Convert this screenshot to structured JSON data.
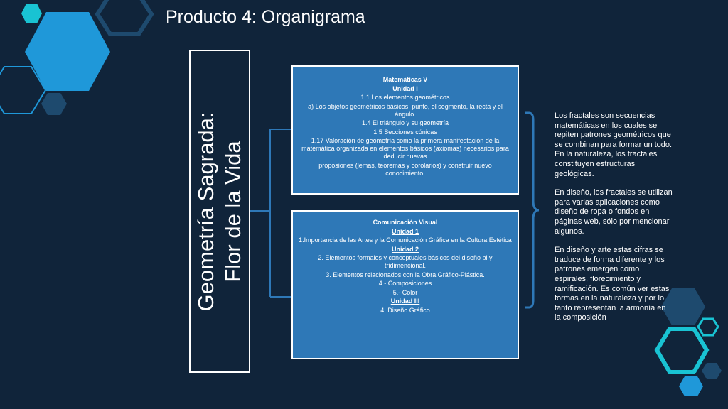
{
  "title": "Producto 4: Organigrama",
  "main_topic": {
    "line1": "Geometría Sagrada:",
    "line2": "Flor de la Vida"
  },
  "matematicas": {
    "heading": "Matemáticas V",
    "unidad_label": "Unidad I",
    "items": [
      "1.1 Los elementos geométricos",
      "a) Los objetos geométricos básicos: punto, el segmento, la recta y el ángulo.",
      "1.4 El triángulo y su geometría",
      "1.5 Secciones cónicas",
      "1.17 Valoración de geometría como la primera manifestación de la matemática organizada en elementos básicos (axiomas) necesarios para deducir nuevas",
      "proposiones (lemas, teoremas y corolarios) y construir nuevo conocimiento."
    ]
  },
  "comunicacion": {
    "heading": "Comunicación Visual",
    "unidad1_label": "Unidad 1",
    "unidad1_item": "1.Importancia de las Artes y la Comunicación Gráfica  en la Cultura Estética",
    "unidad2_label": "Unidad 2",
    "unidad2_items": [
      "2. Elementos formales y conceptuales básicos del diseño bi y tridimencional.",
      "3. Elementos relacionados con la Obra Gráfico-Plástica.",
      "4.- Composiciones",
      "5.- Color"
    ],
    "unidad3_label": "Unidad III",
    "unidad3_item": "4. Diseño Gráfico"
  },
  "side_text": {
    "p1": "Los fractales son secuencias matemáticas en los cuales se repiten patrones geométricos que se combinan para formar un todo. En la naturaleza, los fractales constituyen estructuras geológicas.",
    "p2": "En diseño, los fractales se utilizan para varias aplicaciones como diseño de ropa o fondos en páginas web, sólo por mencionar algunos.",
    "p3": "En diseño y arte estas cifras se traduce de forma diferente y los patrones emergen como espirales, florecimiento y ramificación. Es común ver estas formas en la naturaleza y por lo tanto representan la armonía en la composición"
  },
  "colors": {
    "background": "#10243a",
    "box_fill": "#2e78b7",
    "hex_cyan": "#19c3d3",
    "hex_blue": "#1f98d9",
    "hex_slate": "#1e4a6e",
    "connector": "#2e78b7"
  }
}
